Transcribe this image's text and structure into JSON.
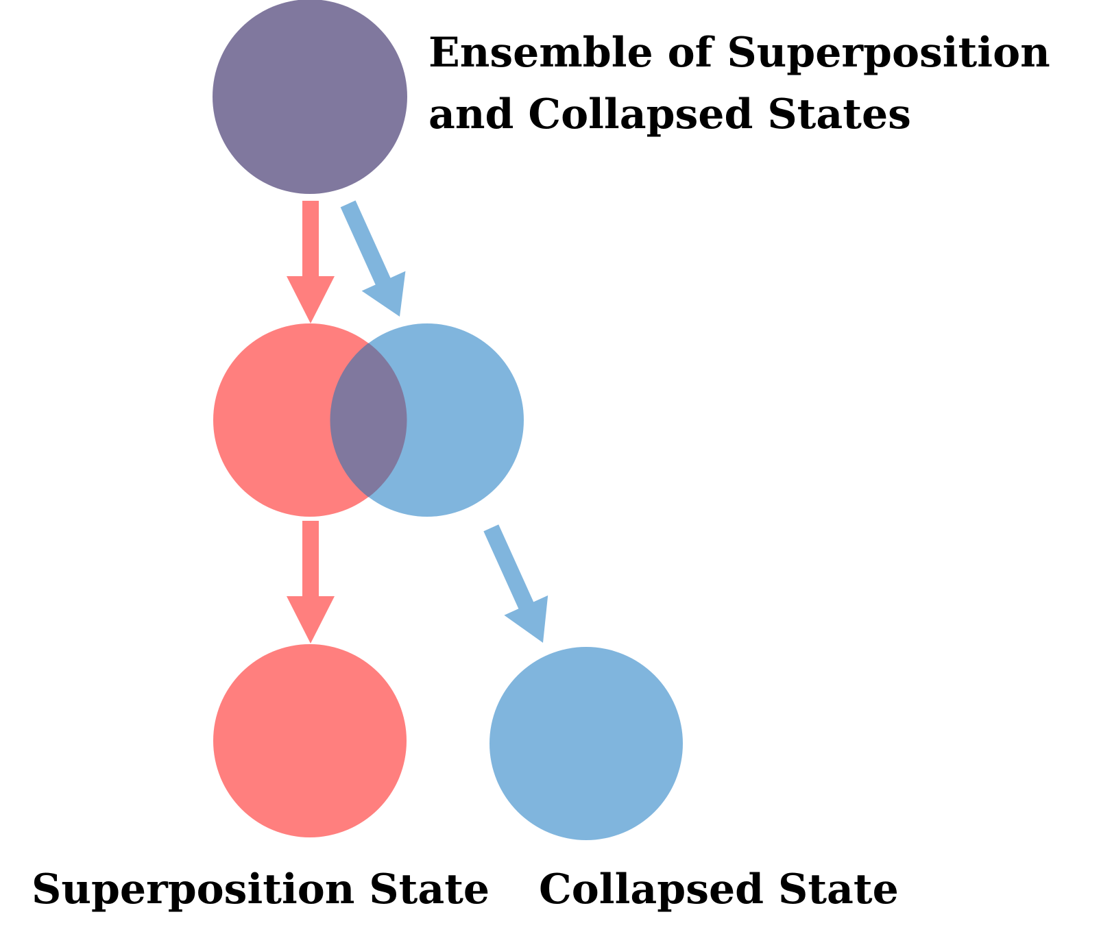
{
  "colors": {
    "ensemble": "#80789E",
    "superposition": "#FF7F7E",
    "collapsed": "#80B5DD",
    "overlap": "#80789E",
    "background": "#FFFFFF",
    "text": "#000000"
  },
  "labels": {
    "ensemble_line1": "Ensemble of Superposition",
    "ensemble_line2": "and Collapsed States",
    "superposition": "Superposition State",
    "collapsed": "Collapsed State"
  },
  "icons": {
    "arrow": "arrow-icon"
  }
}
